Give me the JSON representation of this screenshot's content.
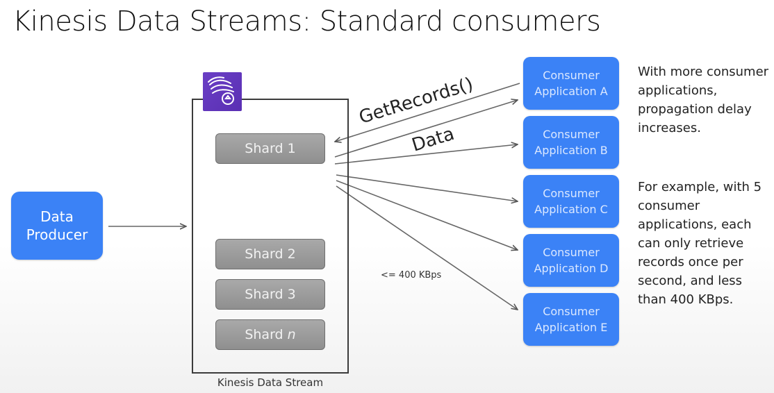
{
  "title": "Kinesis Data Streams:  Standard consumers",
  "stream": {
    "label": "Kinesis Data Stream",
    "icon": "kinesis-data-streams-icon",
    "icon_color": "#6a3fc5"
  },
  "producer": {
    "label": "Data Producer",
    "color": "#3b82f6"
  },
  "shards": [
    {
      "label": "Shard 1",
      "suffix": ""
    },
    {
      "label": "Shard 2",
      "suffix": ""
    },
    {
      "label": "Shard 3",
      "suffix": ""
    },
    {
      "label": "Shard",
      "suffix": "n"
    }
  ],
  "consumers": [
    {
      "label": "Consumer Application A"
    },
    {
      "label": "Consumer Application B"
    },
    {
      "label": "Consumer Application C"
    },
    {
      "label": "Consumer Application D"
    },
    {
      "label": "Consumer Application E"
    }
  ],
  "edge_labels": {
    "request": "GetRecords()",
    "response": "Data",
    "throughput": "<= 400 KBps"
  },
  "notes": {
    "first": "With more consumer applications, propagation delay increases.",
    "second": "For example, with 5 consumer applications, each can only retrieve records once per second, and less than 400 KBps."
  }
}
